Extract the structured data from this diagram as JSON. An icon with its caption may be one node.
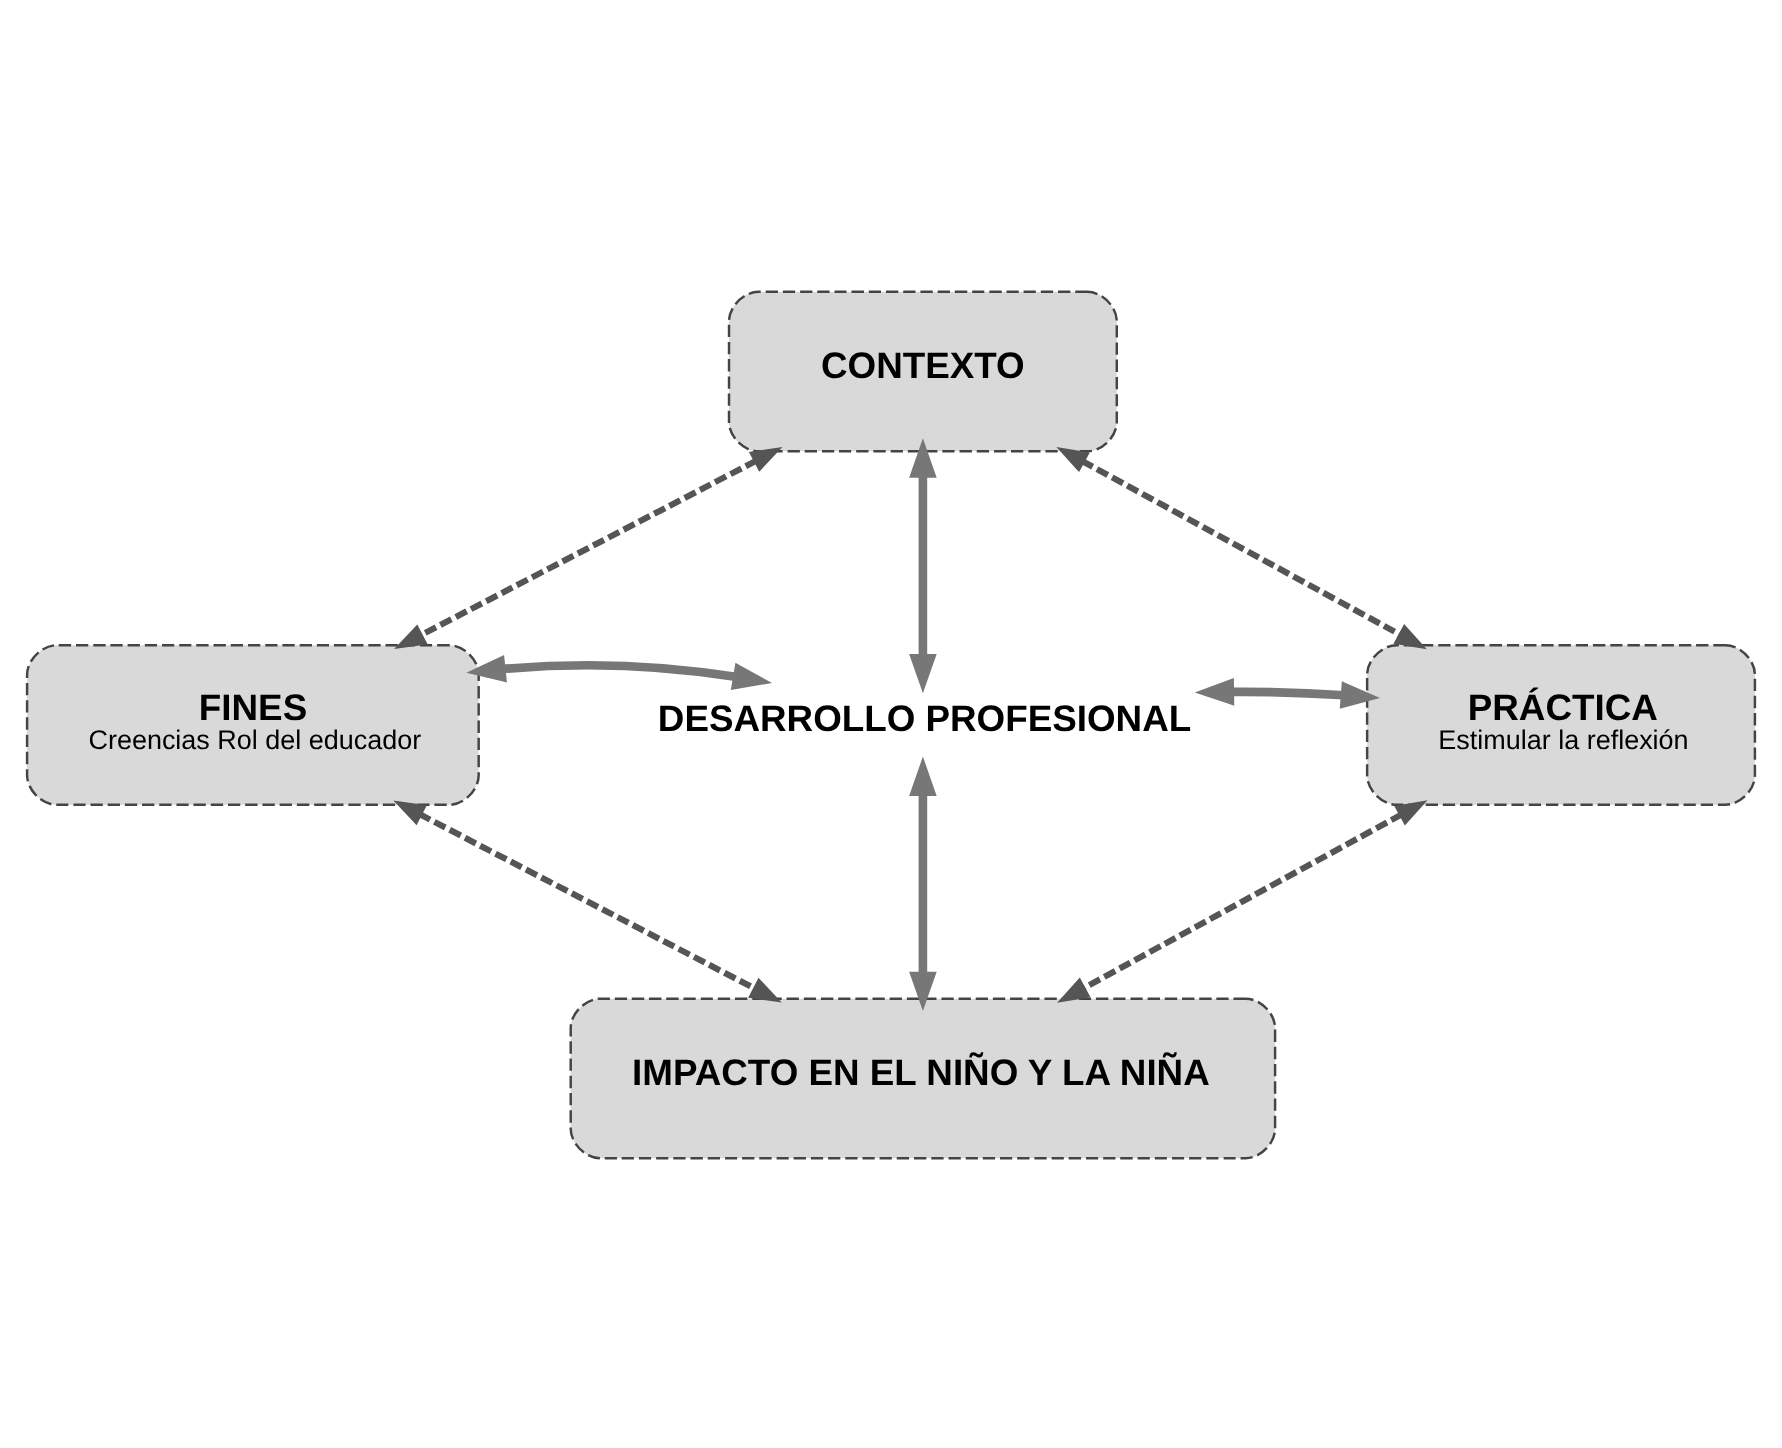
{
  "diagram": {
    "nodes": [
      {
        "text": [
          "CONTEXTO"
        ]
      },
      {
        "text": [
          "FINES",
          "Creencias Rol del educador"
        ]
      },
      {
        "text": [
          "DESARROLLO PROFESIONAL"
        ]
      },
      {
        "text": [
          "PRÁCTICA",
          "Estimular la reflexión"
        ]
      },
      {
        "text": [
          "IMPACTO EN EL NIÑO Y LA NIÑA"
        ]
      }
    ],
    "edges": [
      {
        "from": 0,
        "to": 1,
        "arrow": "both",
        "style": "dashed"
      },
      {
        "from": 0,
        "to": 3,
        "arrow": "both",
        "style": "dashed"
      },
      {
        "from": 2,
        "to": 0,
        "arrow": "both"
      },
      {
        "from": 2,
        "to": 1,
        "arrow": "both"
      },
      {
        "from": 2,
        "to": 3,
        "arrow": "both"
      },
      {
        "from": 2,
        "to": 4,
        "arrow": "both"
      },
      {
        "from": 1,
        "to": 4,
        "arrow": "both",
        "style": "dashed"
      },
      {
        "from": 3,
        "to": 4,
        "arrow": "both",
        "style": "dashed"
      }
    ]
  }
}
